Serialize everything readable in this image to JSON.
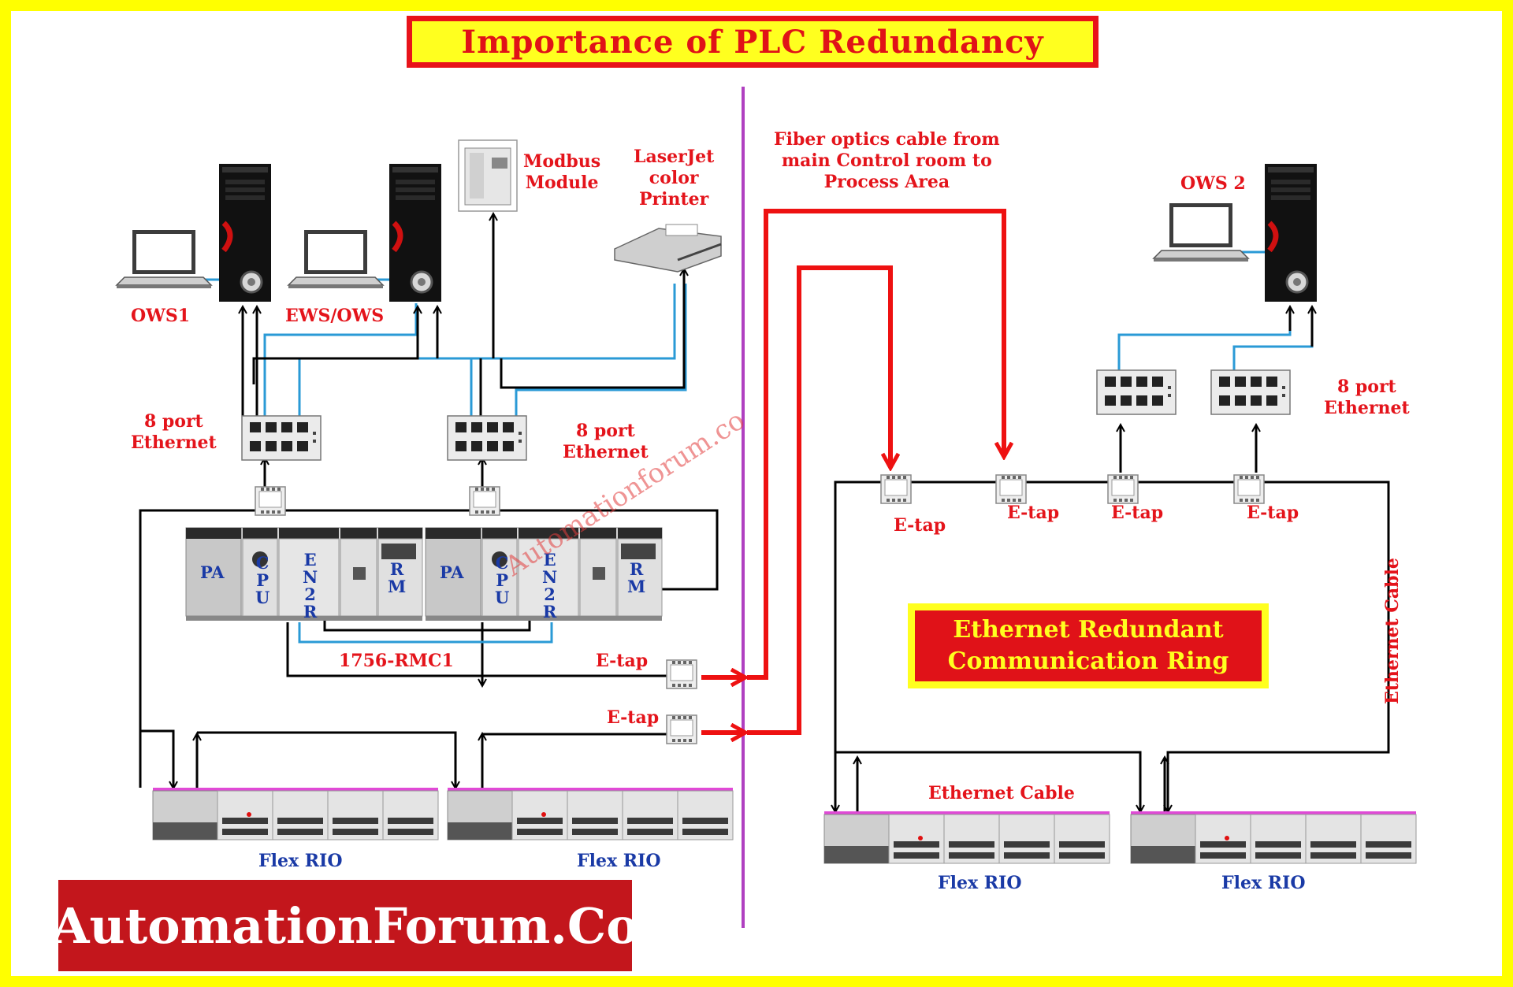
{
  "title": "Importance of PLC Redundancy",
  "labels": {
    "ows1": "OWS1",
    "ews_ows": "EWS/OWS",
    "modbus": "Modbus\nModule",
    "laserjet": "LaserJet\ncolor\nPrinter",
    "fiber": "Fiber optics cable from\nmain Control room to\nProcess Area",
    "ows2": "OWS 2",
    "port8_left": "8 port\nEthernet",
    "port8_mid": "8 port\nEthernet",
    "port8_right": "8 port\nEthernet",
    "rmc": "1756-RMC1",
    "etap_1": "E-tap",
    "etap_2": "E-tap",
    "etap_r1": "E-tap",
    "etap_r2": "E-tap",
    "etap_r3": "E-tap",
    "etap_r4": "E-tap",
    "ring": "Ethernet Redundant\nCommunication Ring",
    "eth_cable_h": "Ethernet Cable",
    "eth_cable_v": "Ethernet Cable",
    "flex_1": "Flex RIO",
    "flex_2": "Flex RIO",
    "flex_3": "Flex RIO",
    "flex_4": "Flex RIO",
    "brand": "AutomationForum.Co",
    "watermark": "Automationforum.co"
  },
  "chassis_slots": {
    "pa": "PA",
    "cpu": "C\nP\nU",
    "en2r": "E\nN\n2\nR",
    "rm": "R\nM"
  },
  "colors": {
    "border": "#ffff00",
    "title_text": "#e01218",
    "label_red": "#e4141b",
    "label_blue": "#1a3aa6",
    "fiber": "#ee1111",
    "ethernet_blue": "#2a9ad6",
    "divider": "#b040c0"
  }
}
